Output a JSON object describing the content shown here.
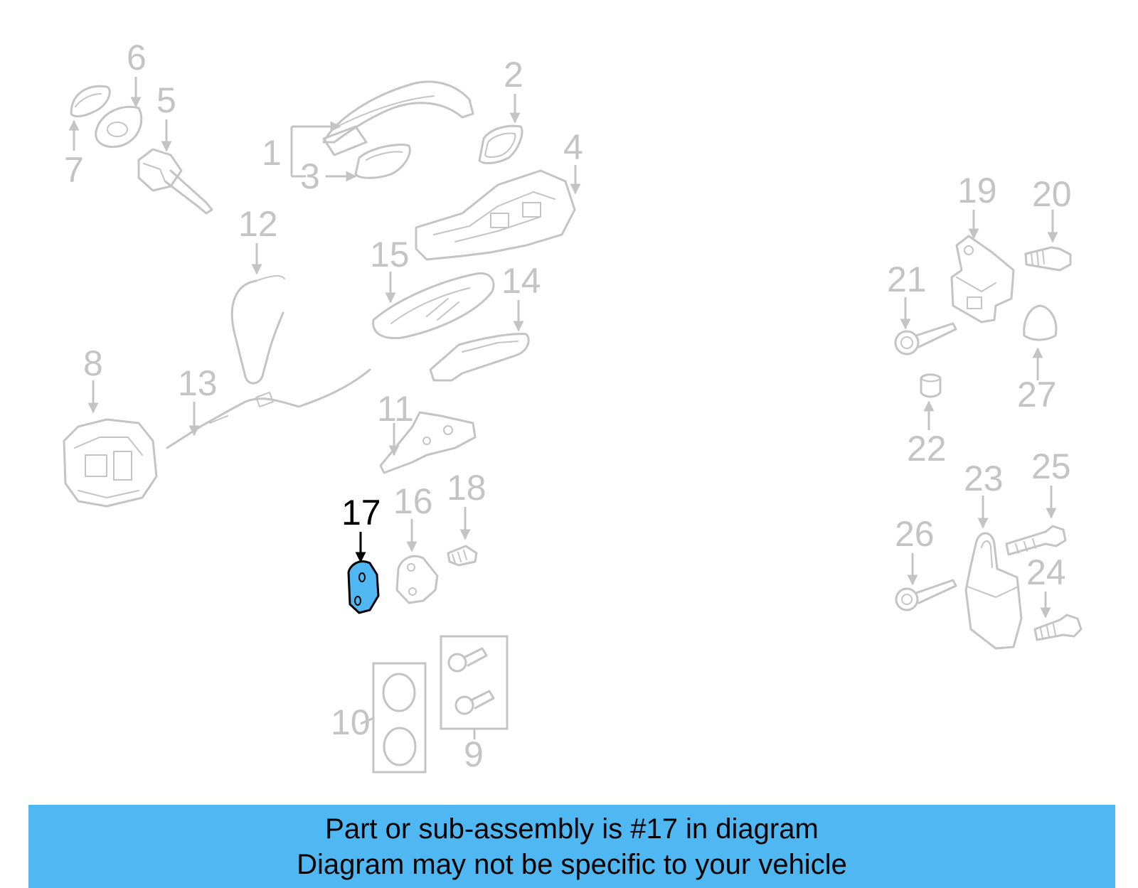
{
  "highlight_color": "#4fb8f2",
  "callouts": {
    "c1": "1",
    "c2": "2",
    "c3": "3",
    "c4": "4",
    "c5": "5",
    "c6": "6",
    "c7": "7",
    "c8": "8",
    "c9": "9",
    "c10": "10",
    "c11": "11",
    "c12": "12",
    "c13": "13",
    "c14": "14",
    "c15": "15",
    "c16": "16",
    "c17": "17",
    "c18": "18",
    "c19": "19",
    "c20": "20",
    "c21": "21",
    "c22": "22",
    "c23": "23",
    "c24": "24",
    "c25": "25",
    "c26": "26",
    "c27": "27"
  },
  "banner": {
    "line1": "Part or sub-assembly is #17 in diagram",
    "line2": "Diagram may not be specific to your vehicle"
  }
}
